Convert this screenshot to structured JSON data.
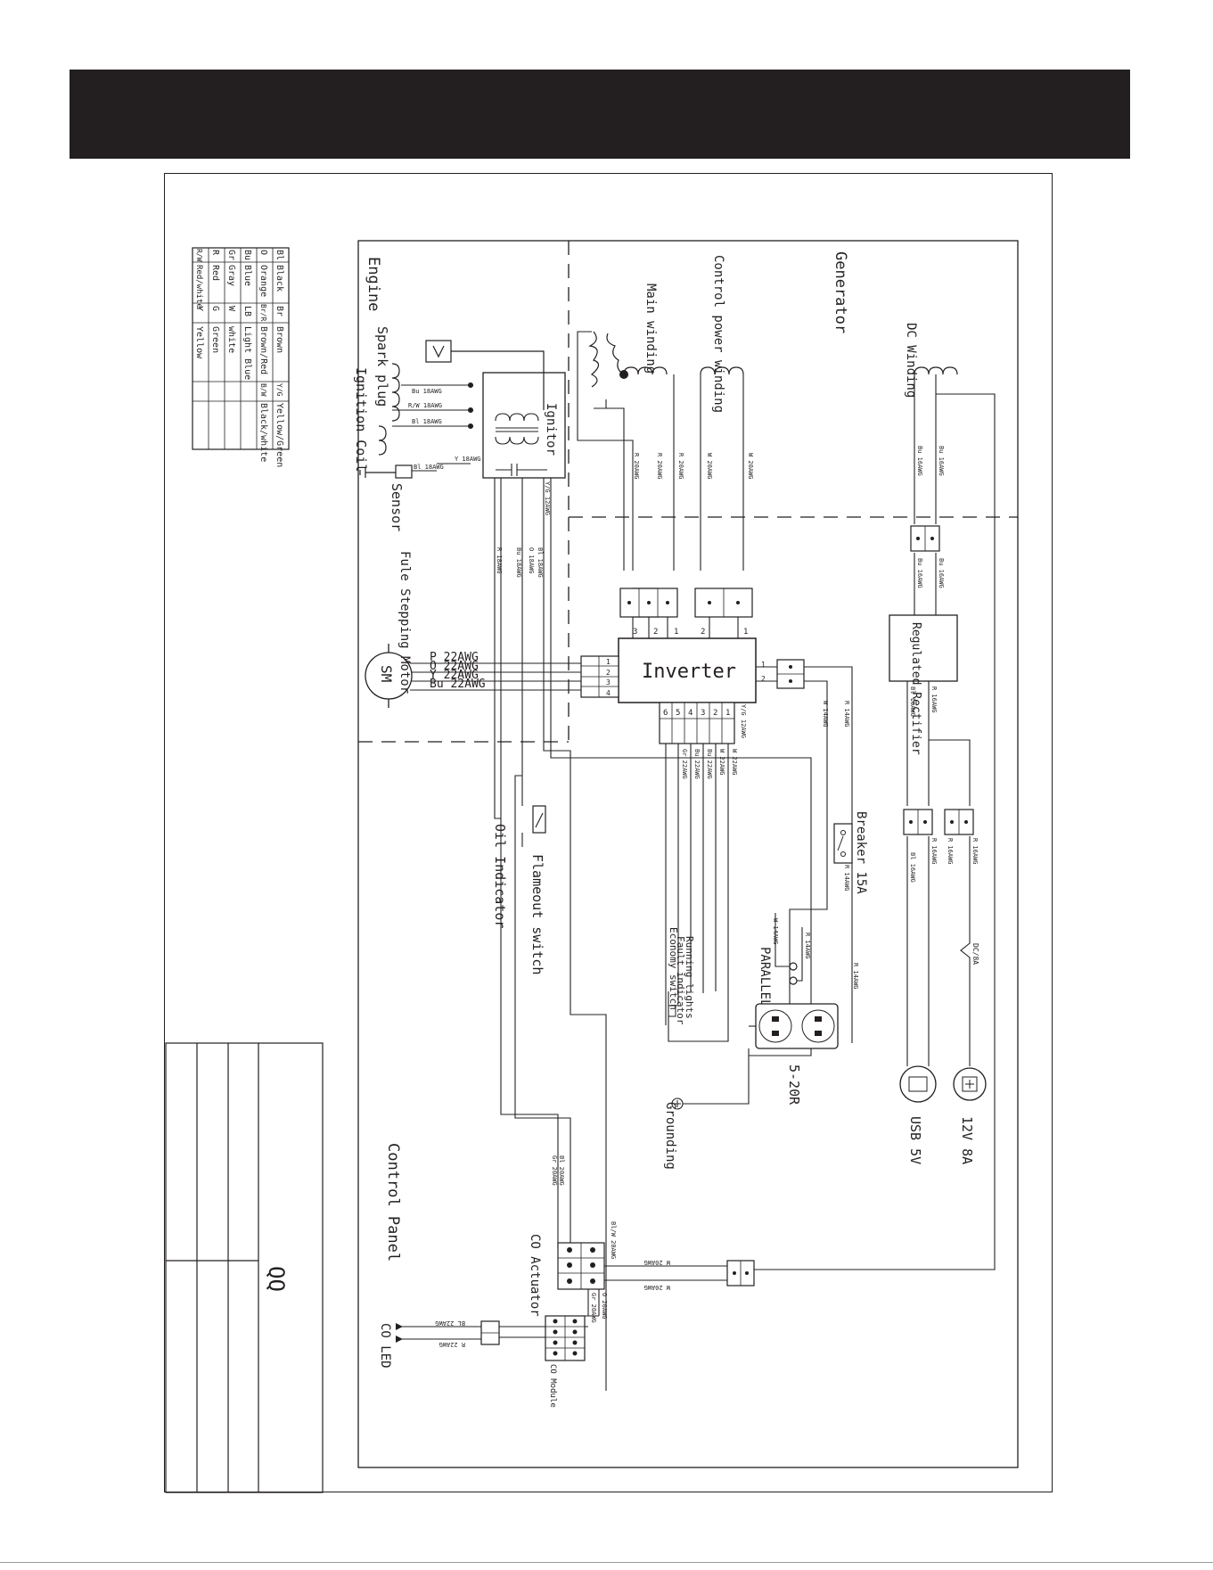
{
  "colors": {
    "ink": "#231f20",
    "header": "#231f20",
    "paper": "#ffffff"
  },
  "sections": {
    "engine": "Engine",
    "generator": "Generator",
    "control_panel": "Control Panel"
  },
  "legend": [
    [
      "Bl",
      "Black",
      "Br",
      "Brown",
      "Y/G",
      "Yellow/Green"
    ],
    [
      "O",
      "Orange",
      "Br/R",
      "Brown/Red",
      "B/W",
      "Black/white"
    ],
    [
      "Bu",
      "Blue",
      "LB",
      "Light Blue",
      "",
      ""
    ],
    [
      "Gr",
      "Gray",
      "W",
      "white",
      "",
      ""
    ],
    [
      "R",
      "Red",
      "G",
      "Green",
      "",
      ""
    ],
    [
      "R/W",
      "Red/white",
      "Y",
      "Yellow",
      "",
      ""
    ]
  ],
  "components": {
    "spark_plug": "Spark plug",
    "ignition_coil": "Ignition Coil",
    "ignitor": "Ignitor",
    "sensor": "Sensor",
    "stepping_motor": "Fule Stepping Motor",
    "sm": "SM",
    "oil_indicator": "Oil Indicator",
    "flameout": "Flameout switch",
    "main_winding": "Main winding",
    "control_winding": "Control power winding",
    "dc_winding": "DC Winding",
    "rectifier": "Regulated Rectifier",
    "inverter": "Inverter",
    "breaker": "Breaker 15A",
    "parallel": "PARALLEL",
    "receptacle": "5-20R",
    "grounding": "Grounding",
    "usb": "USB 5V",
    "dc_out": "12V 8A",
    "dc_fuse": "DC/8A",
    "co_actuator": "CO Actuator",
    "co_module": "CO Module",
    "co_led": "CO LED",
    "fault": "Fault indicator",
    "running": "Running lights",
    "economy": "Economy switch",
    "title_qq": "QQ"
  },
  "wires": {
    "bu18": "Bu 18AWG",
    "rw18": "R/W 18AWG",
    "bl18": "Bl 18AWG",
    "y18": "Y 18AWG",
    "bl18s": "Bl 18AWG",
    "yg12": "Y/G 12AWG",
    "yg12b": "Y/G 12AWG",
    "r20a": "R 20AWG",
    "r20b": "R 20AWG",
    "r20c": "R 20AWG",
    "w20a": "W 20AWG",
    "w20b": "W 20AWG",
    "bu16a": "Bu 16AWG",
    "bu16b": "Bu 16AWG",
    "bu16c": "Bu 16AWG",
    "bu16d": "Bu 16AWG",
    "r16a": "R 16AWG",
    "bl16a": "Bl 16AWG",
    "r16b": "R 16AWG",
    "r16c": "R 16AWG",
    "bl16b": "Bl 16AWG",
    "r16d": "R 16AWG",
    "bl18m": "Bl 18AWG",
    "o18": "O 18AWG",
    "bu18m": "Bu 18AWG",
    "r18m": "R 18AWG",
    "p22": "P 22AWG",
    "o22": "O 22AWG",
    "y22": "Y 22AWG",
    "bu22": "Bu 22AWG",
    "w22a": "W 22AWG",
    "w22b": "W 22AWG",
    "bu22b": "Bu 22AWG",
    "bu22c": "Bu 22AWG",
    "gr22": "Gr 22AWG",
    "r14a": "R 14AWG",
    "w14a": "W 14AWG",
    "r14b": "R 14AWG",
    "w14b": "W 14AWG",
    "r14c": "R 14AWG",
    "r14d": "R 14AWG",
    "bl20": "Bl 20AWG",
    "gr20": "Gr 20AWG",
    "blw20": "Bl/W 20AWG",
    "w20c": "W 20AWG",
    "w20d": "W 20AWG",
    "gr20b": "Gr 20AWG",
    "o20": "O 20AWG",
    "bl22": "BL 22AWG",
    "r22": "R 22AWG"
  },
  "pins": {
    "p1": "1",
    "p2": "2",
    "p3": "3",
    "p4": "4",
    "p5": "5",
    "p6": "6"
  }
}
